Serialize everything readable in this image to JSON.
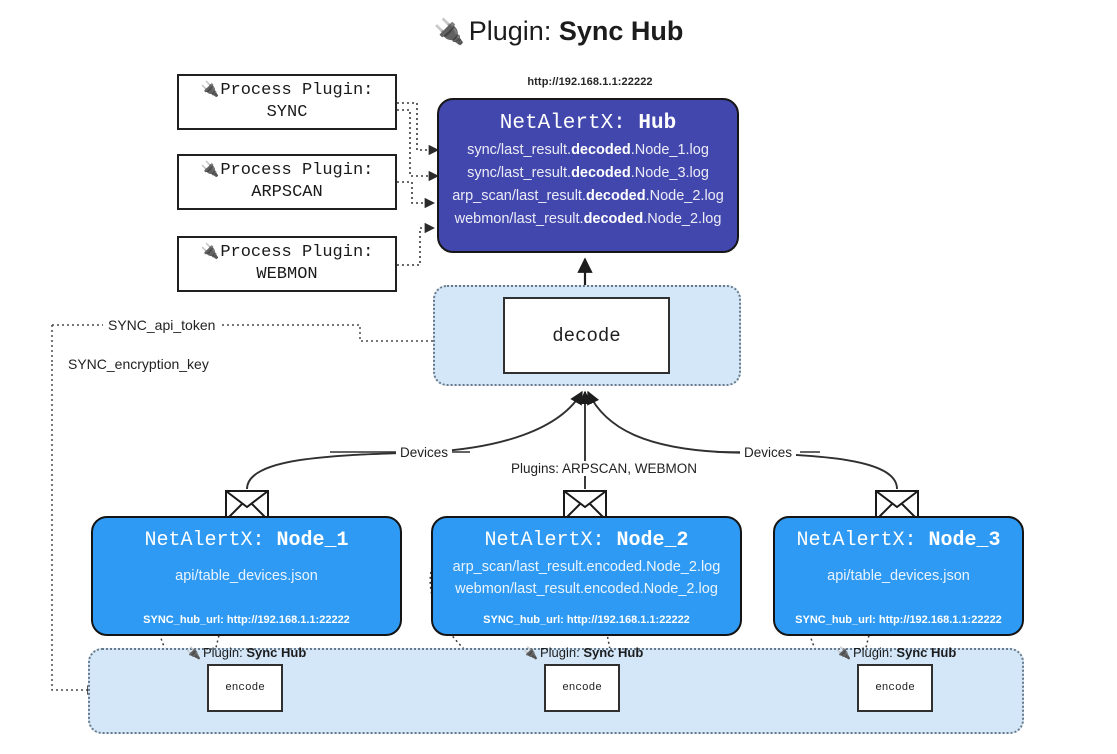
{
  "title": {
    "icon": "plug-icon",
    "prefix": "Plugin:",
    "name": "Sync Hub"
  },
  "process_plugins": [
    {
      "icon": "plug-icon",
      "line1": "Process Plugin:",
      "line2": "SYNC"
    },
    {
      "icon": "plug-icon",
      "line1": "Process Plugin:",
      "line2": "ARPSCAN"
    },
    {
      "icon": "plug-icon",
      "line1": "Process Plugin:",
      "line2": "WEBMON"
    }
  ],
  "hub": {
    "url": "http://192.168.1.1:22222",
    "title_prefix": "NetAlertX:",
    "title_name": "Hub",
    "logs": [
      {
        "pre": "sync/last_result.",
        "em": "decoded",
        "post": ".Node_1.log"
      },
      {
        "pre": "sync/last_result.",
        "em": "decoded",
        "post": ".Node_3.log"
      },
      {
        "pre": "arp_scan/last_result.",
        "em": "decoded",
        "post": ".Node_2.log"
      },
      {
        "pre": "webmon/last_result.",
        "em": "decoded",
        "post": ".Node_2.log"
      }
    ]
  },
  "decode": {
    "label": "decode"
  },
  "secrets": {
    "api_token": "SYNC_api_token",
    "encryption_key": "SYNC_encryption_key"
  },
  "edge_labels": {
    "devices_left": "Devices",
    "devices_right": "Devices",
    "plugins_center": "Plugins: ARPSCAN, WEBMON"
  },
  "nodes": [
    {
      "title_prefix": "NetAlertX:",
      "title_name": "Node_1",
      "rows": [
        "api/table_devices.json"
      ],
      "hub_url_label": "SYNC_hub_url: http://192.168.1.1:22222",
      "icon": "envelope-icon"
    },
    {
      "title_prefix": "NetAlertX:",
      "title_name": "Node_2",
      "rows": [
        "arp_scan/last_result.encoded.Node_2.log",
        "webmon/last_result.encoded.Node_2.log"
      ],
      "hub_url_label": "SYNC_hub_url: http://192.168.1.1:22222",
      "icon": "envelope-icon"
    },
    {
      "title_prefix": "NetAlertX:",
      "title_name": "Node_3",
      "rows": [
        "api/table_devices.json"
      ],
      "hub_url_label": "SYNC_hub_url: http://192.168.1.1:22222",
      "icon": "envelope-icon"
    }
  ],
  "encoders": [
    {
      "plugin_prefix": "Plugin:",
      "plugin_name": "Sync Hub",
      "box_label": "encode",
      "icon": "plug-icon"
    },
    {
      "plugin_prefix": "Plugin:",
      "plugin_name": "Sync Hub",
      "box_label": "encode",
      "icon": "plug-icon"
    },
    {
      "plugin_prefix": "Plugin:",
      "plugin_name": "Sync Hub",
      "box_label": "encode",
      "icon": "plug-icon"
    }
  ],
  "colors": {
    "hub_fill": "#4247ae",
    "node_fill": "#2f9af3",
    "band_fill": "#d4e7f9",
    "stroke": "#2b2b2b"
  }
}
